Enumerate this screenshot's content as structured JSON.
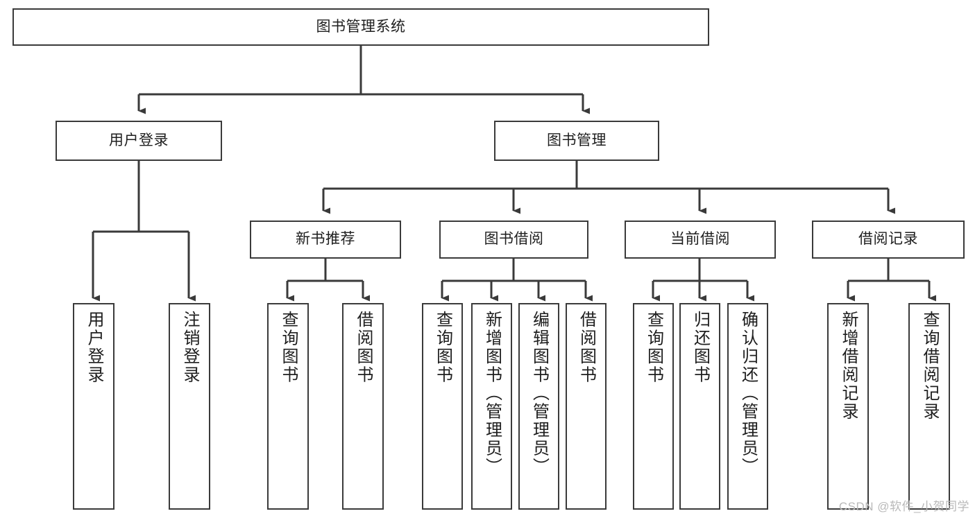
{
  "diagram": {
    "title": "图书管理系统",
    "watermark": "CSDN @软件_小贺同学",
    "colors": {
      "border": "#3a3a3a",
      "fill": "#ffffff",
      "text": "#1e1e1e",
      "watermark": "#b9b9b9"
    },
    "root": {
      "label": "图书管理系统"
    },
    "level2": [
      {
        "label": "用户登录"
      },
      {
        "label": "图书管理"
      }
    ],
    "level3": [
      {
        "label": "新书推荐"
      },
      {
        "label": "图书借阅"
      },
      {
        "label": "当前借阅"
      },
      {
        "label": "借阅记录"
      }
    ],
    "leaves": {
      "user_login": [
        {
          "label": "用户登录"
        },
        {
          "label": "注销登录"
        }
      ],
      "new_book": [
        {
          "label": "查询图书"
        },
        {
          "label": "借阅图书"
        }
      ],
      "borrow_book": [
        {
          "label": "查询图书"
        },
        {
          "label": "新增图书（管理员）"
        },
        {
          "label": "编辑图书（管理员）"
        },
        {
          "label": "借阅图书"
        }
      ],
      "current_borrow": [
        {
          "label": "查询图书"
        },
        {
          "label": "归还图书"
        },
        {
          "label": "确认归还（管理员）"
        }
      ],
      "borrow_record": [
        {
          "label": "新增借阅记录"
        },
        {
          "label": "查询借阅记录"
        }
      ]
    }
  }
}
